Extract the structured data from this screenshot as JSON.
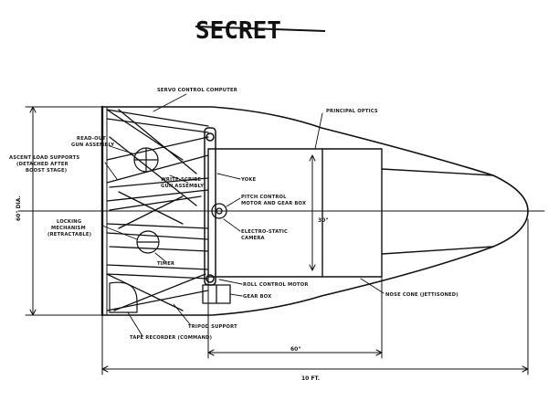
{
  "classification": "SECRET",
  "labels": {
    "servo_control_computer": "SERVO CONTROL COMPUTER",
    "principal_optics": "PRINCIPAL OPTICS",
    "readout_gun_line1": "READ-OUT",
    "readout_gun_line2": "GUN ASSEMBLY",
    "ascent_load_line1": "ASCENT LOAD SUPPORTS",
    "ascent_load_line2": "(DETACHED AFTER",
    "ascent_load_line3": "BOOST STAGE)",
    "write_scribe_line1": "WRITE-SCRIBE",
    "write_scribe_line2": "GUN ASSEMBLY",
    "yoke": "YOKE",
    "pitch_control_line1": "PITCH CONTROL",
    "pitch_control_line2": "MOTOR AND GEAR BOX",
    "locking_line1": "LOCKING",
    "locking_line2": "MECHANISM",
    "locking_line3": "(RETRACTABLE)",
    "electro_static_line1": "ELECTRO-STATIC",
    "electro_static_line2": "CAMERA",
    "timer": "TIMER",
    "roll_control_motor": "ROLL CONTROL MOTOR",
    "gear_box": "GEAR BOX",
    "nose_cone": "NOSE CONE (JETTISONED)",
    "tripod_support": "TRIPOD SUPPORT",
    "tape_recorder": "TAPE RECORDER (COMMAND)"
  },
  "dimensions": {
    "diameter": "60\" DIA.",
    "optics_height": "30\"",
    "optics_length": "60\"",
    "overall_length": "10 FT."
  }
}
